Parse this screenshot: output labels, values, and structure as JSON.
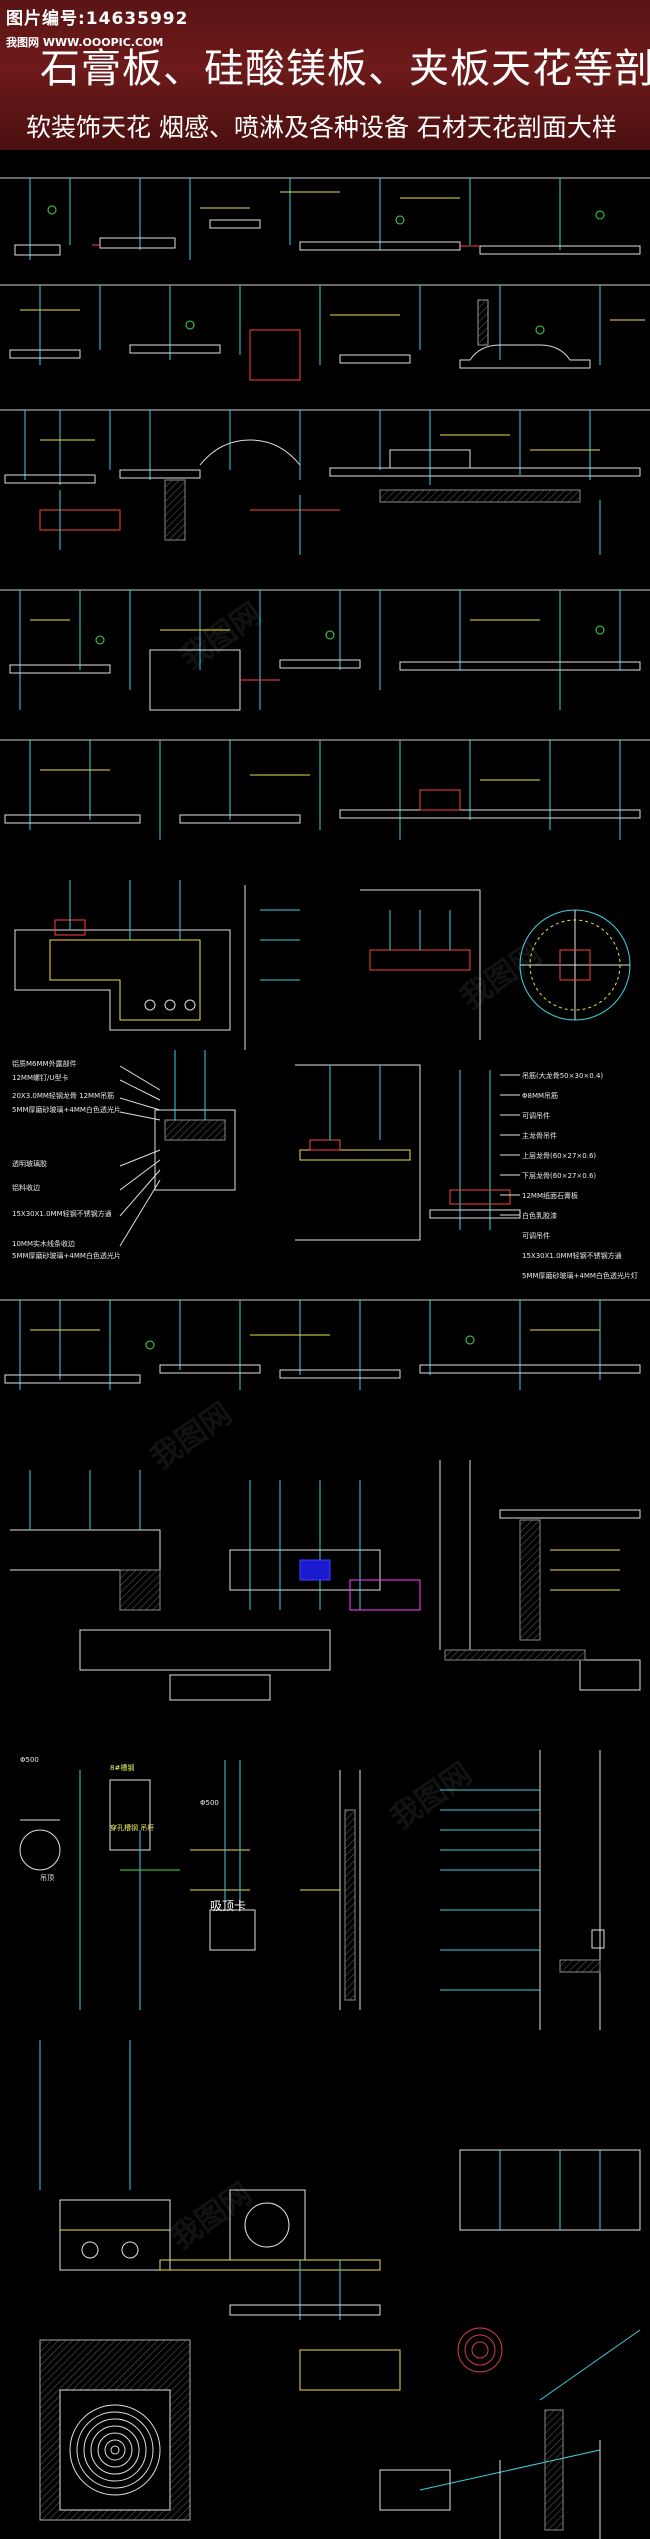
{
  "header": {
    "stamp": "图片编号:14635992",
    "site": "我图网 WWW.OOOPIC.COM",
    "title": "石膏板、硅酸镁板、夹板天花等剖面图纸",
    "subtitle": "软装饰天花 烟感、喷淋及各种设备 石材天花剖面大样"
  },
  "drawing": {
    "watermark": "我图网",
    "callouts_left": [
      "铝质M6MM外露部件",
      "12MM螺钉/U型卡",
      "20X3.0MM轻钢龙骨 12MM吊筋",
      "5MM厚磨砂玻璃+4MM白色透光片",
      "透明玻璃胶",
      "铝料收边",
      "15X30X1.0MM轻钢不锈钢方通",
      "10MM实木线条收边",
      "5MM厚磨砂玻璃+4MM白色透光片"
    ],
    "callouts_right": [
      "吊筋(大龙骨50×30×0.4)",
      "Φ8MM吊筋",
      "可调吊件",
      "主龙骨吊件",
      "上层龙骨(60×27×0.6)",
      "下层龙骨(60×27×0.6)",
      "12MM纸面石膏板",
      "白色乳胶漆",
      "可调吊件",
      "15X30X1.0MM轻钢不锈钢方通",
      "5MM厚磨砂玻璃+4MM白色透光片灯"
    ],
    "labels_mid": [
      "Φ500",
      "吊顶",
      "8#槽钢",
      "穿孔槽钢 吊杆",
      "吸顶卡",
      "Φ500"
    ]
  }
}
